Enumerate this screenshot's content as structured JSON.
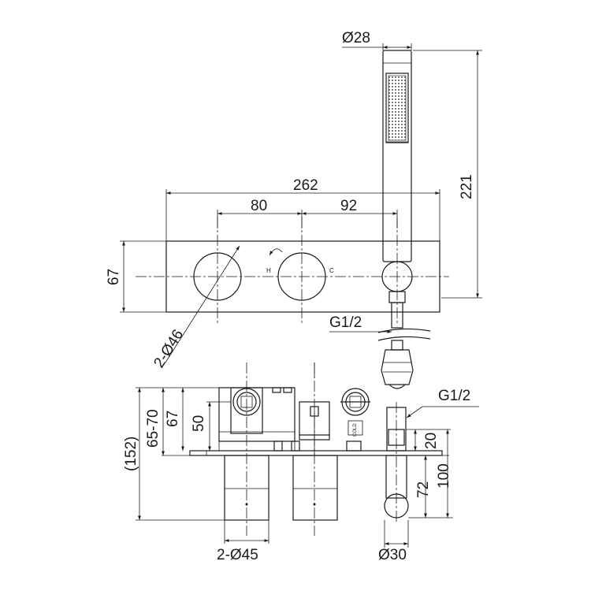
{
  "labels": {
    "hose_diameter": "Ø28",
    "overall_width": "262",
    "spacing_left": "80",
    "spacing_right": "92",
    "plate_height": "67",
    "handset_length": "221",
    "knob_diameter": "2-Ø46",
    "hot_mark": "H",
    "cold_mark": "C",
    "outlet_thread_front": "G1/2",
    "outlet_thread_side": "G1/2",
    "depth_total": "(152)",
    "depth_adjust": "65-70",
    "depth_body": "67",
    "depth_inner": "50",
    "elbow_height": "20",
    "elbow_depth": "100",
    "holder_depth": "72",
    "handle_diameter": "2-Ø45",
    "holder_diameter": "Ø30",
    "cold_tag": "COLD"
  },
  "colors": {
    "line": "#1a1a1a",
    "background": "#ffffff"
  }
}
